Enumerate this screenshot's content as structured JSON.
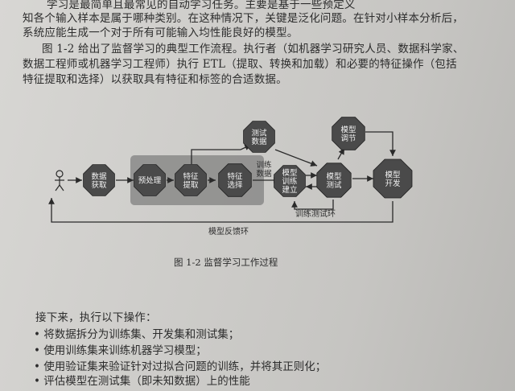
{
  "paragraph_top": [
    "学习是最简单且最常见的自动学习任务。主要是基于一些预定义",
    "知各个输入样本是属于哪种类别。在这种情况下，关键是泛化问题。在针对小样本分析后，",
    "系统应能生成一个对于所有可能输入均性能良好的模型。"
  ],
  "paragraph_main": [
    "图 1-2 给出了监督学习的典型工作流程。执行者（如机器学习研究人员、数据科学家、",
    "数据工程师或机器学习工程师）执行 ETL（提取、转换和加载）和必要的特征操作（包括",
    "特征提取和选择）以获取具有特征和标签的合适数据。"
  ],
  "diagram": {
    "nodes": {
      "data_acquire": "数据\n获取",
      "preprocess": "预处理",
      "feature_extract": "特征\n提取",
      "feature_select": "特征\n选择",
      "test_data": "测试\n数据",
      "train_model": "模型\n训练\n建立",
      "model_test": "模型\n测试",
      "model_tune": "模型\n调节",
      "model_dev": "模型\n开发"
    },
    "labels": {
      "train_data": "训练\n数据",
      "train_test_loop": "训练测试环",
      "feedback_loop": "模型反馈环"
    },
    "caption": "图 1-2   监督学习工作过程"
  },
  "intro": "接下来，执行以下操作：",
  "bullets": [
    "将数据拆分为训练集、开发集和测试集；",
    "使用训练集来训练机器学习模型；",
    "使用验证集来验证针对过拟合问题的训练，并将其正则化；",
    "评估模型在测试集（即未知数据）上的性能"
  ],
  "colors": {
    "node_fill": "#4a4a4a",
    "band_fill": "#8a8a88",
    "text": "#2d2d2d"
  }
}
